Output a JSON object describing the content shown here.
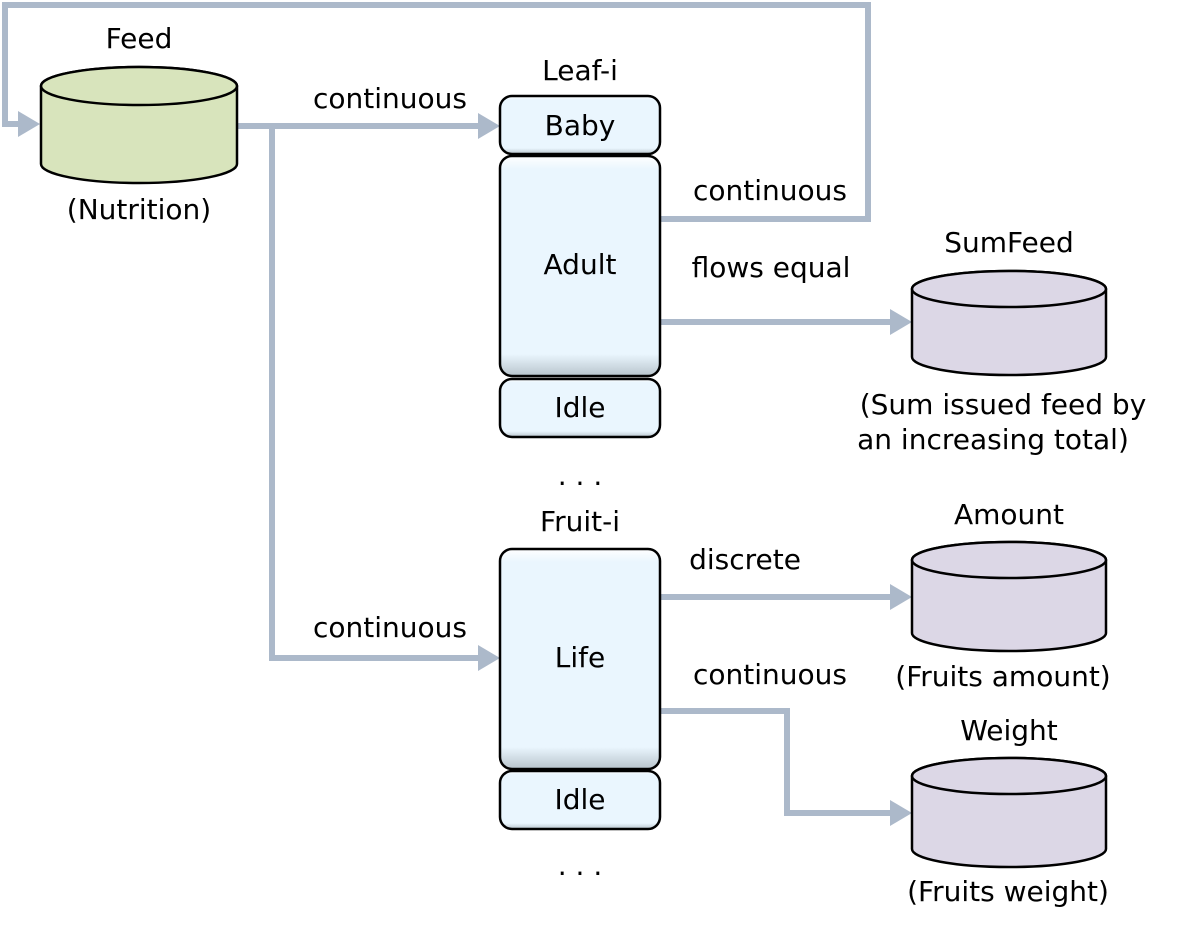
{
  "title": "Feed / Leaf / Fruit flow diagram",
  "colors": {
    "feed_store": "#d8e4bc",
    "output_store": "#dcd7e6",
    "state_fill": "#eaf6fe",
    "flow_line": "#acb9ca",
    "outline": "#000000"
  },
  "stores": {
    "feed": {
      "name": "Feed",
      "caption": "(Nutrition)"
    },
    "sumfeed": {
      "name": "SumFeed",
      "caption_line1": "(Sum  issued feed by",
      "caption_line2": "an increasing total)"
    },
    "amount": {
      "name": "Amount",
      "caption": "(Fruits amount)"
    },
    "weight": {
      "name": "Weight",
      "caption": "(Fruits weight)"
    }
  },
  "entities": {
    "leaf": {
      "name": "Leaf-i",
      "states": [
        "Baby",
        "Adult",
        "Idle"
      ],
      "ellipsis": ". . ."
    },
    "fruit": {
      "name": "Fruit-i",
      "states": [
        "Life",
        "Idle"
      ],
      "ellipsis": ". . ."
    }
  },
  "flows": {
    "feed_to_baby": "continuous",
    "adult_to_feed": "continuous",
    "adult_to_sumfeed": "flows equal",
    "feed_to_life": "continuous",
    "life_to_amount": "discrete",
    "life_to_weight": "continuous"
  }
}
